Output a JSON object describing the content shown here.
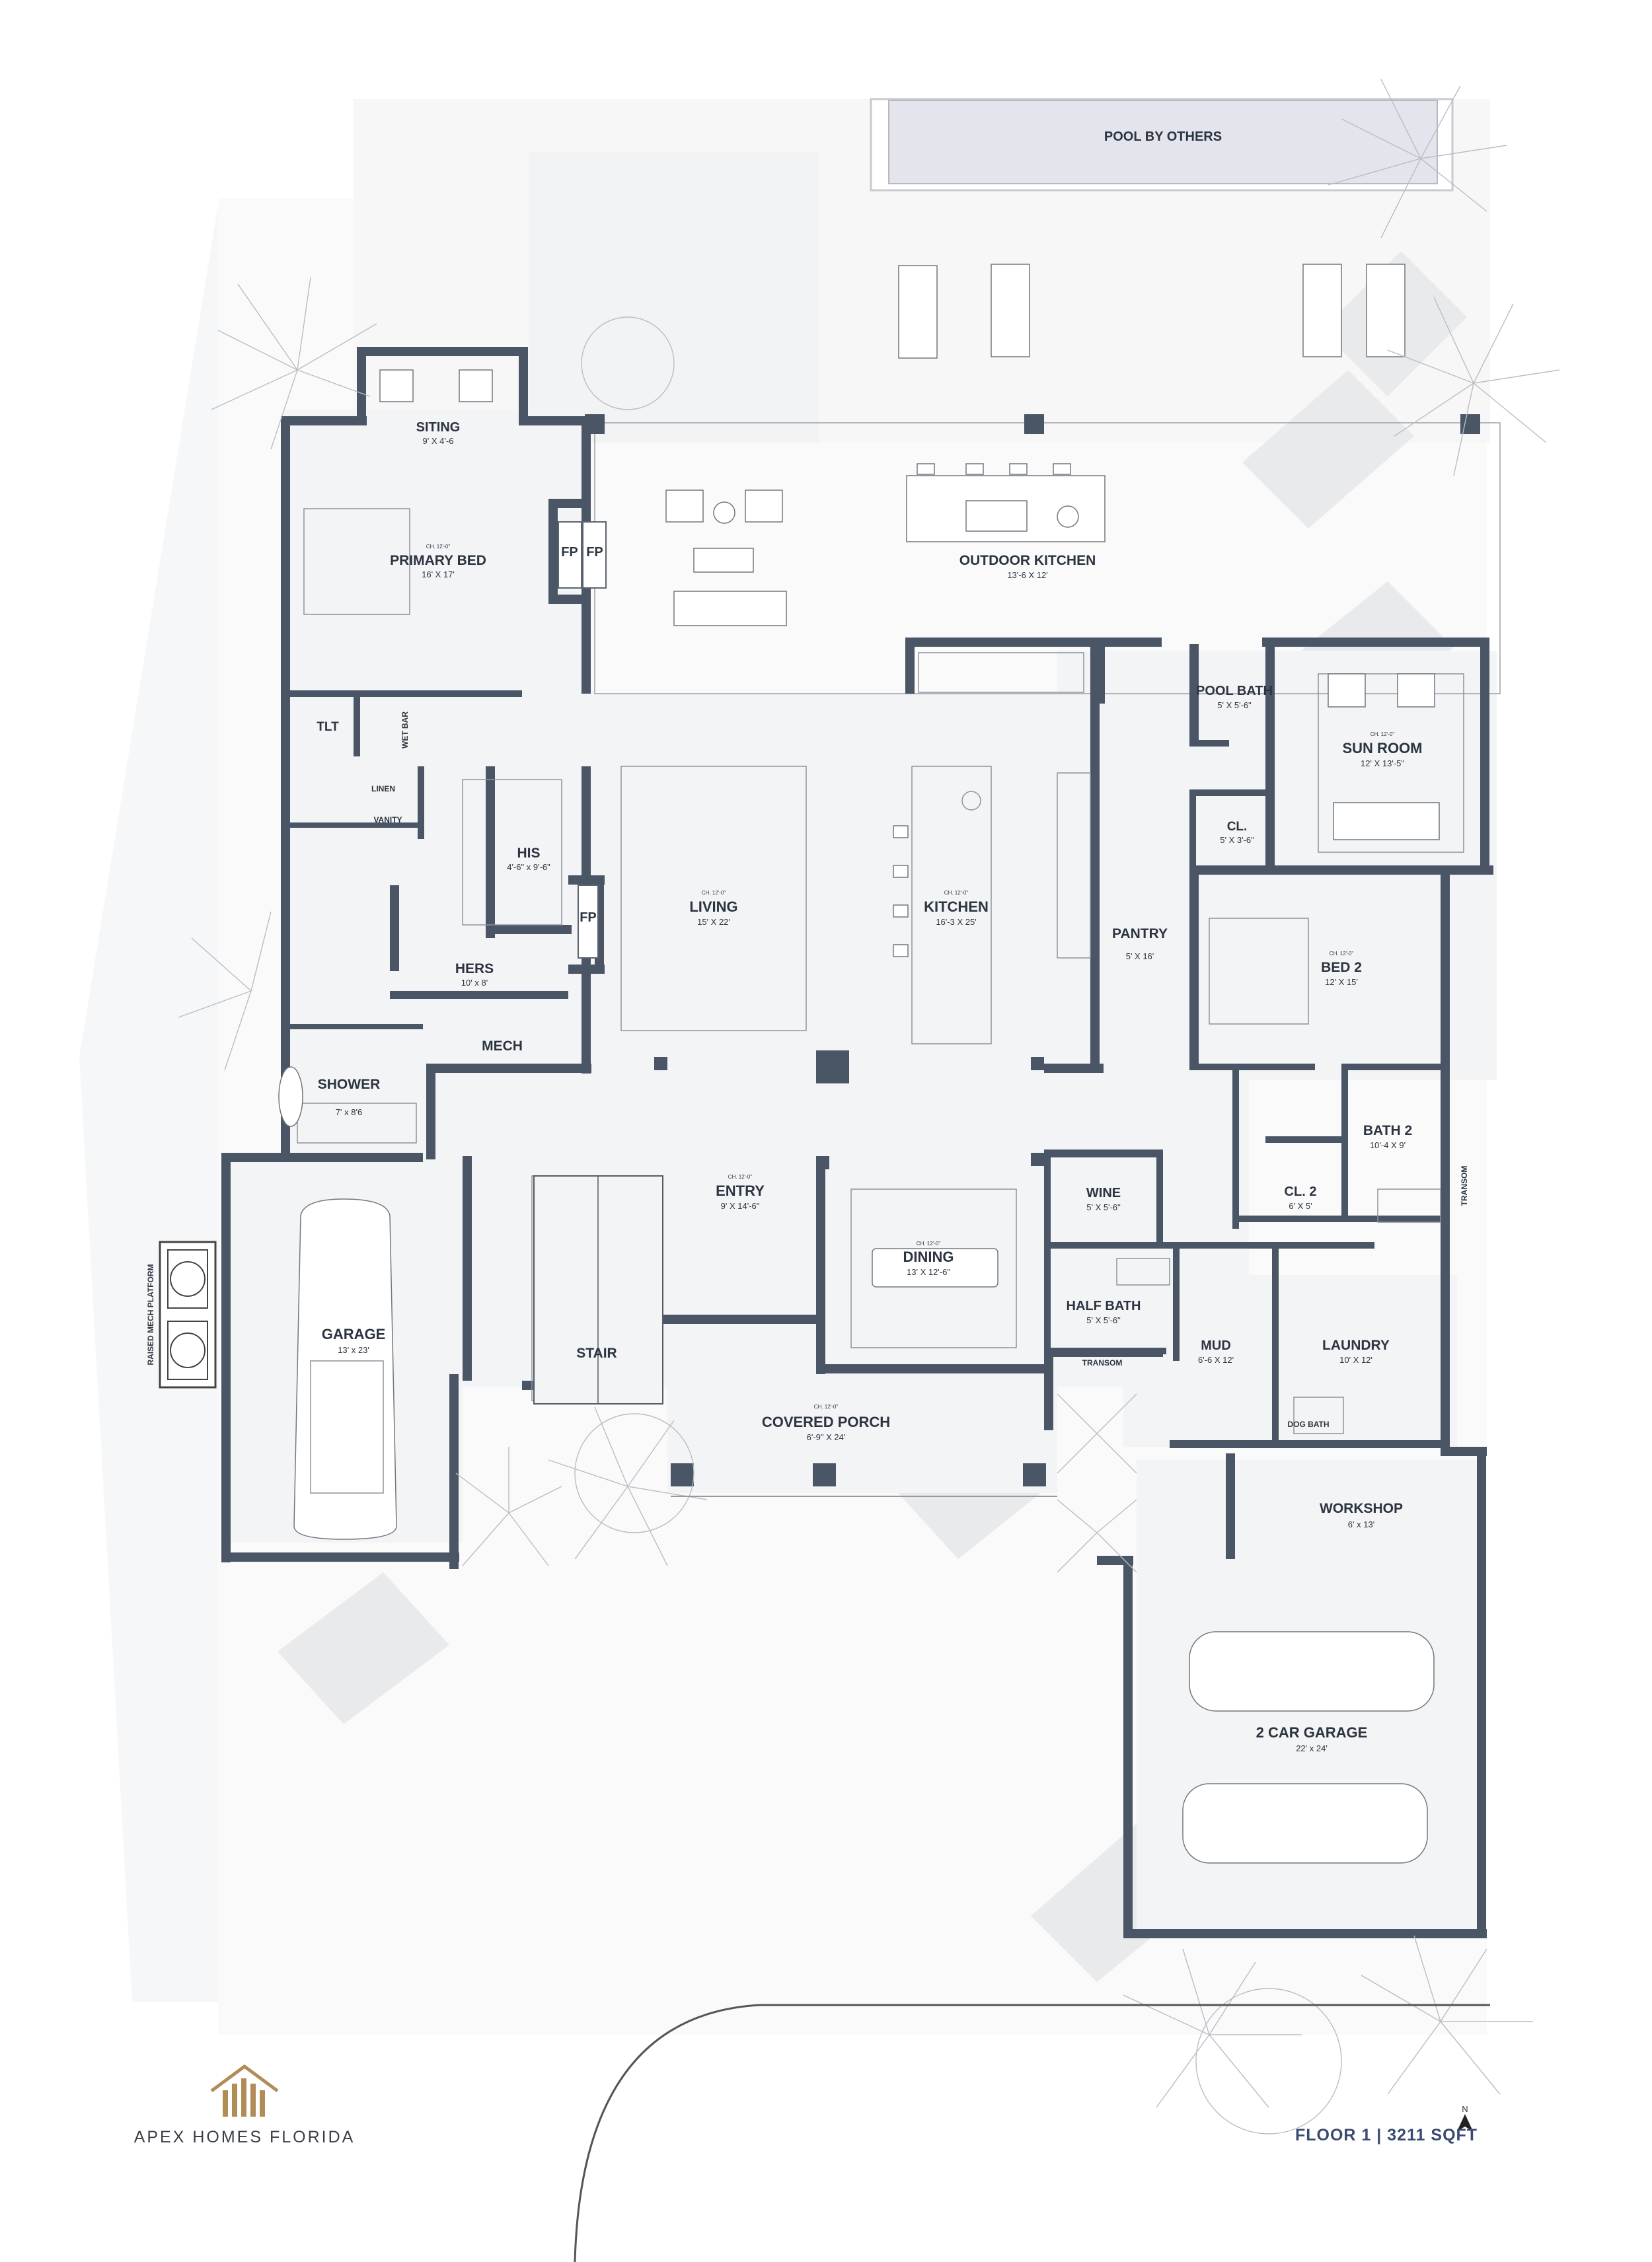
{
  "pool_label": "POOL BY OTHERS",
  "rooms": {
    "siting": {
      "name": "SITING",
      "size": "9' X 4'-6"
    },
    "primary_bed": {
      "name": "PRIMARY BED",
      "size": "16' X 17'",
      "ceiling": "CH. 12'-0\""
    },
    "fp1": "FP",
    "fp2": "FP",
    "fp3": "FP",
    "outdoor_kitchen": {
      "name": "OUTDOOR KITCHEN",
      "size": "13'-6  X 12'"
    },
    "tlt": "TLT",
    "wet_bar": "WET BAR",
    "linen": "LINEN",
    "vanity": "VANITY",
    "his": {
      "name": "HIS",
      "size": "4'-6\" x 9'-6\""
    },
    "hers": {
      "name": "HERS",
      "size": "10' x 8'"
    },
    "mech": "MECH",
    "shower": {
      "name": "SHOWER",
      "size": "7' x 8'6"
    },
    "living": {
      "name": "LIVING",
      "size": "15' X 22'",
      "ceiling": "CH. 12'-0\""
    },
    "kitchen": {
      "name": "KITCHEN",
      "size": "16'-3 X 25'",
      "ceiling": "CH. 12'-0\""
    },
    "pool_bath": {
      "name": "POOL BATH",
      "size": "5' X 5'-6\""
    },
    "sun_room": {
      "name": "SUN ROOM",
      "size": "12' X 13'-5\"",
      "ceiling": "CH. 12'-0\""
    },
    "cl": {
      "name": "CL.",
      "size": "5' X 3'-6\""
    },
    "pantry": {
      "name": "PANTRY",
      "size": "5' X 16'"
    },
    "bed2": {
      "name": "BED 2",
      "size": "12' X 15'",
      "ceiling": "CH. 12'-0\""
    },
    "bath2": {
      "name": "BATH 2",
      "size": "10'-4 X 9'"
    },
    "cl2": {
      "name": "CL. 2",
      "size": "6' X 5'"
    },
    "transom_right": "TRANSOM",
    "wine": {
      "name": "WINE",
      "size": "5' X 5'-6\""
    },
    "half_bath": {
      "name": "HALF BATH",
      "size": "5' X 5'-6\""
    },
    "transom_mid": "TRANSOM",
    "mud": {
      "name": "MUD",
      "size": "6'-6 X 12'"
    },
    "laundry": {
      "name": "LAUNDRY",
      "size": "10' X 12'"
    },
    "dog_bath": "DOG BATH",
    "entry": {
      "name": "ENTRY",
      "size": "9' X 14'-6\"",
      "ceiling": "CH. 12'-0\""
    },
    "dining": {
      "name": "DINING",
      "size": "13' X 12'-6\"",
      "ceiling": "CH. 12'-0\""
    },
    "stair": "STAIR",
    "garage": {
      "name": "GARAGE",
      "size": "13' x 23'"
    },
    "raised_mech": "RAISED MECH PLATFORM",
    "covered_porch": {
      "name": "COVERED PORCH",
      "size": "6'-9\" X 24'",
      "ceiling": "CH. 12'-0\""
    },
    "workshop": {
      "name": "WORKSHOP",
      "size": "6' x 13'"
    },
    "two_car_garage": {
      "name": "2 CAR GARAGE",
      "size": "22' x 24'"
    }
  },
  "brand": {
    "name": "APEX HOMES FLORIDA",
    "logo_color": "#b08d57"
  },
  "footer": {
    "title": "FLOOR 1  |  3211 SQFT",
    "north": "N"
  },
  "colors": {
    "wall": "#4a5566",
    "title": "#3a4a70",
    "pool": "#e3e4ec"
  }
}
